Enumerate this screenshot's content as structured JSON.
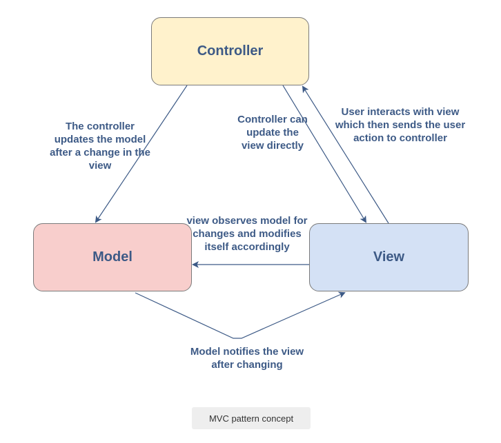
{
  "nodes": {
    "controller": "Controller",
    "model": "Model",
    "view": "View"
  },
  "annotations": {
    "controller_to_model": "The controller updates the model after a change in the view",
    "controller_to_view": "Controller can update the view directly",
    "view_to_controller": "User interacts with view which then sends the user action to controller",
    "view_to_model": "view observes model for changes and modifies itself accordingly",
    "model_to_view": "Model notifies the view after changing"
  },
  "caption": "MVC pattern concept",
  "colors": {
    "controller_fill": "#fff2cc",
    "model_fill": "#f8cecc",
    "view_fill": "#d4e1f5",
    "text": "#3d5a86",
    "arrow": "#3d5a86"
  }
}
